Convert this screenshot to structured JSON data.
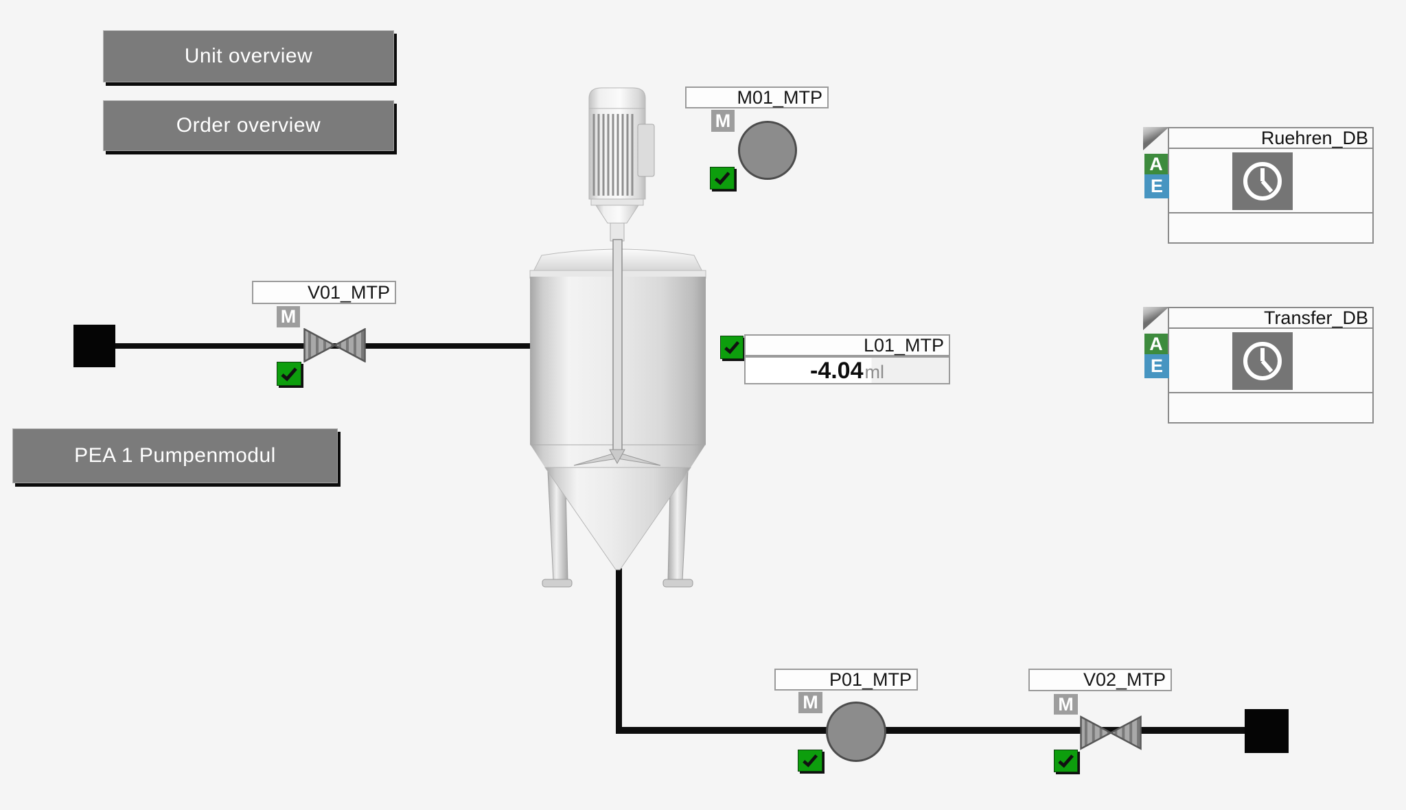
{
  "screen": {
    "background": "#f5f5f5",
    "type": "process-mimic"
  },
  "nav_buttons": {
    "unit_overview": "Unit overview",
    "order_overview": "Order overview",
    "pea_module": "PEA 1 Pumpenmodul"
  },
  "devices": {
    "m01": {
      "label": "M01_MTP",
      "mode": "M",
      "status_icon": "check-ok"
    },
    "v01": {
      "label": "V01_MTP",
      "mode": "M",
      "status_icon": "check-ok"
    },
    "l01": {
      "label": "L01_MTP",
      "value": "-4.04",
      "unit": "ml",
      "status_icon": "check-ok"
    },
    "p01": {
      "label": "P01_MTP",
      "mode": "M",
      "status_icon": "check-ok"
    },
    "v02": {
      "label": "V02_MTP",
      "mode": "M",
      "status_icon": "check-ok"
    }
  },
  "function_blocks": [
    {
      "title": "Ruehren_DB",
      "badges": [
        "A",
        "E"
      ],
      "icon": "clock-icon"
    },
    {
      "title": "Transfer_DB",
      "badges": [
        "A",
        "E"
      ],
      "icon": "clock-icon"
    }
  ],
  "colors": {
    "status_ok_green": "#0d9e0d",
    "mode_badge_gray": "#9d9d9d",
    "badge_a_green": "#3d8b3d",
    "badge_e_blue": "#4795c1",
    "block_icon_gray": "#757575",
    "pipe_black": "#0d0d0d",
    "button_gray": "#7b7b7b",
    "indicator_gray": "#8c8c8c"
  }
}
